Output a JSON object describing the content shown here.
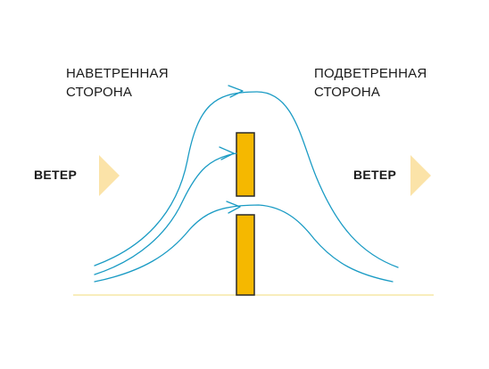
{
  "labels": {
    "windward_line1": "НАВЕТРЕННАЯ",
    "windward_line2": "СТОРОНА",
    "leeward_line1": "ПОДВЕТРЕННАЯ",
    "leeward_line2": "СТОРОНА",
    "wind_left": "ВЕТЕР",
    "wind_right": "ВЕТЕР"
  },
  "colors": {
    "flow": "#1a9bc4",
    "barrier_fill": "#f5b800",
    "barrier_stroke": "#2a2a2a",
    "arrow": "#fbe3a8",
    "ground": "#f6e7a6",
    "text": "#1a1a1a"
  },
  "icons": {
    "wind_arrow": "triangle-right-icon"
  }
}
